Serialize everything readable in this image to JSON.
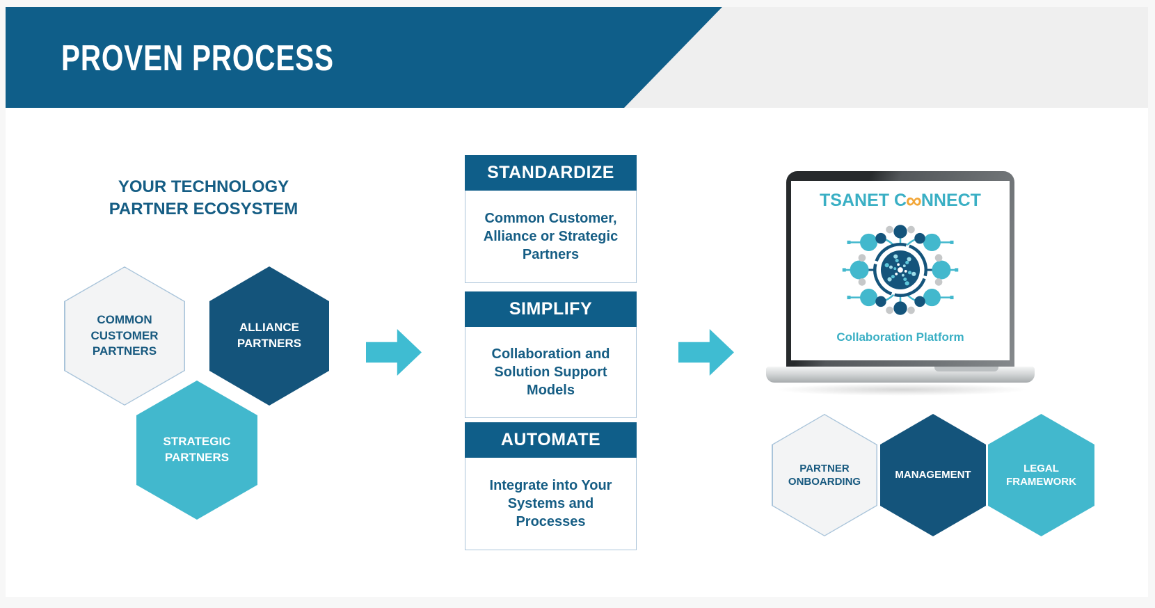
{
  "header": {
    "title": "PROVEN PROCESS"
  },
  "ecosystem": {
    "heading": "YOUR TECHNOLOGY PARTNER ECOSYSTEM",
    "hexagons": [
      {
        "label": "COMMON CUSTOMER PARTNERS",
        "style": "light"
      },
      {
        "label": "ALLIANCE PARTNERS",
        "style": "dark"
      },
      {
        "label": "STRATEGIC PARTNERS",
        "style": "cyan"
      }
    ]
  },
  "process_steps": [
    {
      "title": "STANDARDIZE",
      "description": "Common Customer, Alliance or Strategic Partners"
    },
    {
      "title": "SIMPLIFY",
      "description": "Collaboration and Solution Support Models"
    },
    {
      "title": "AUTOMATE",
      "description": "Integrate into Your Systems and Processes"
    }
  ],
  "platform": {
    "logo_prefix": "TSANET C",
    "logo_infinity": "∞",
    "logo_suffix": "NNECT",
    "subtitle": "Collaboration Platform",
    "hexagons": [
      {
        "label": "PARTNER ONBOARDING",
        "style": "light"
      },
      {
        "label": "MANAGEMENT",
        "style": "dark"
      },
      {
        "label": "LEGAL FRAMEWORK",
        "style": "cyan"
      }
    ]
  },
  "icons": {
    "flow_arrow": "arrow-right",
    "logo_symbol": "infinity",
    "logo_graphic": "network-nodes"
  },
  "colors": {
    "dark_blue": "#0f5e89",
    "hexagon_dark_blue": "#14547b",
    "cyan": "#42b8cd",
    "arrow_cyan": "#3fbcd2",
    "orange": "#f2a637",
    "text_blue": "#155d84",
    "light_hex_fill": "#f3f4f5",
    "light_hex_border": "#a9c4da",
    "header_gray": "#efefef",
    "page_background": "#f7f7f7",
    "logo_cyan": "#3aafc4"
  }
}
